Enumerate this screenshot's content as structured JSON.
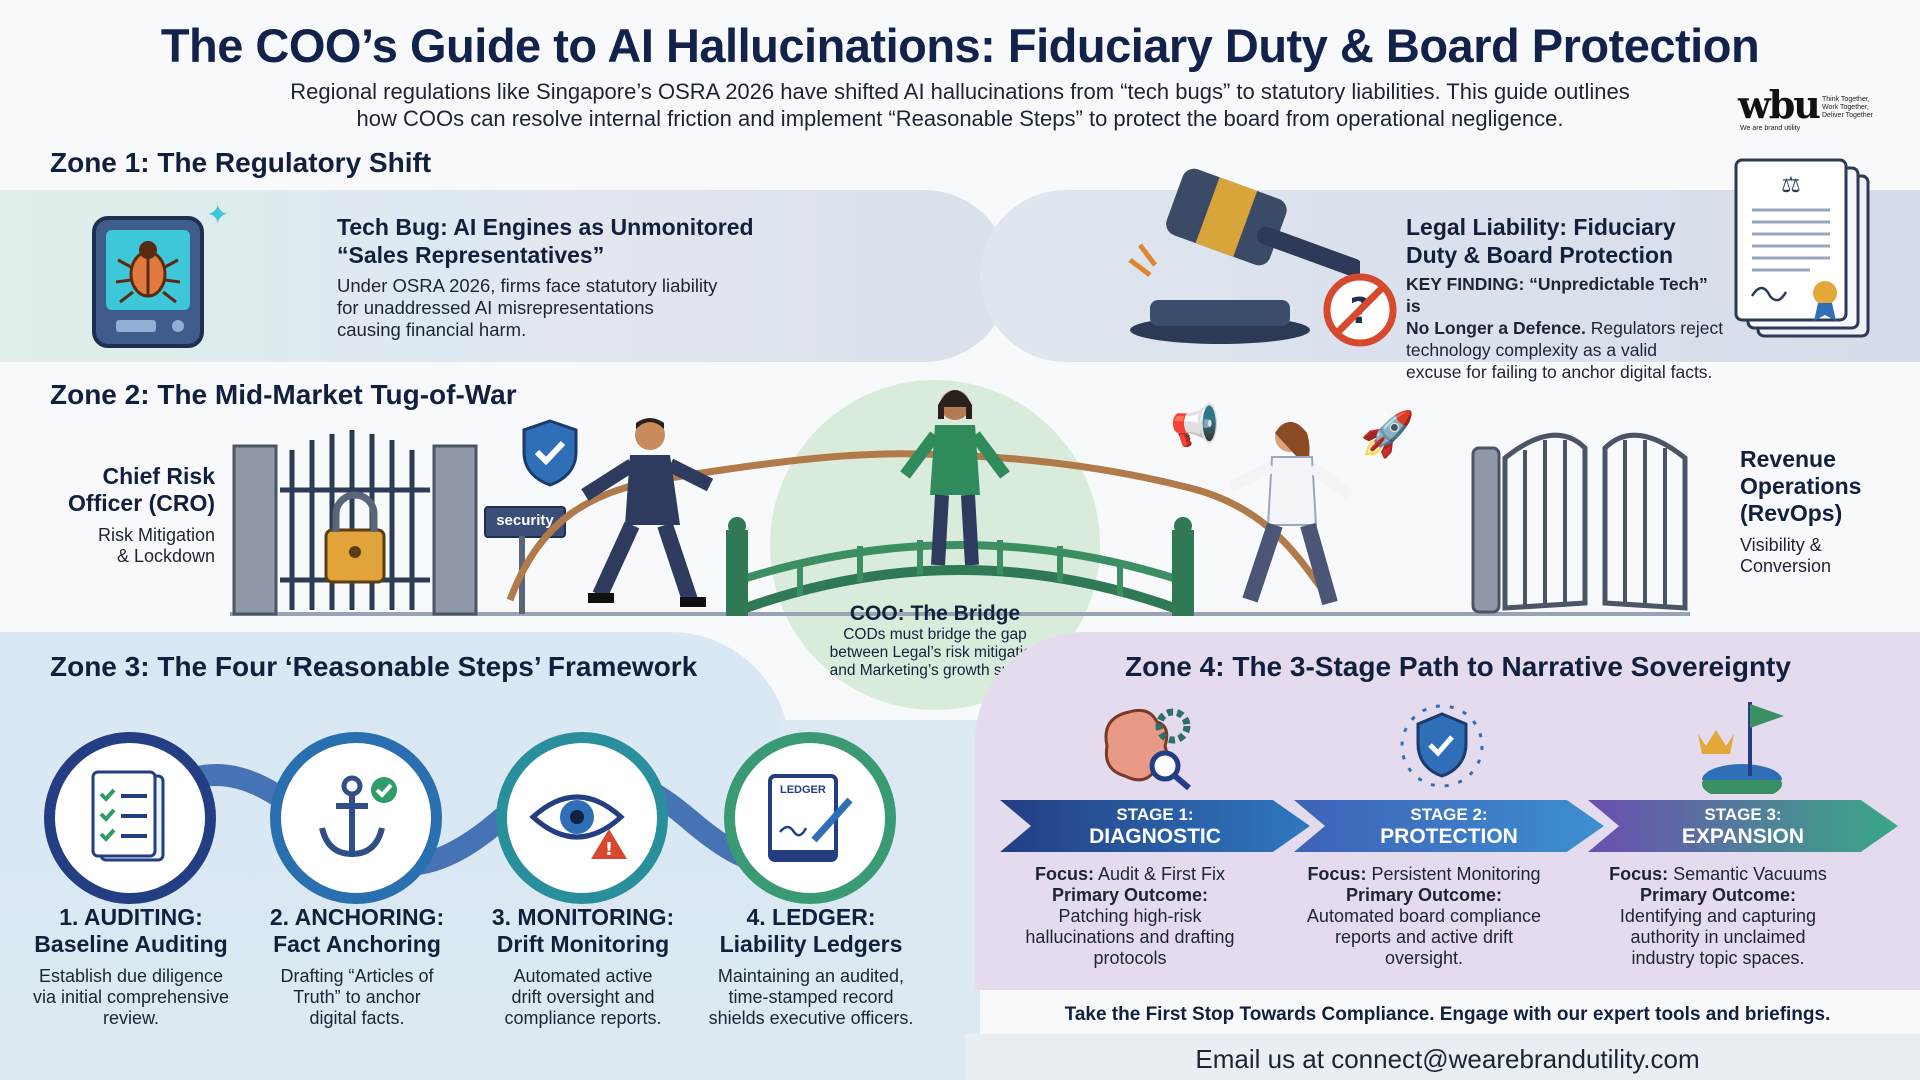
{
  "header": {
    "title": "The COO’s Guide to AI Hallucinations: Fiduciary Duty & Board Protection",
    "subtitle_line1": "Regional regulations like Singapore’s OSRA 2026 have shifted AI hallucinations from “tech bugs” to statutory liabilities. This guide outlines",
    "subtitle_line2": "how COOs can resolve internal friction and implement “Reasonable Steps” to protect the board from operational negligence."
  },
  "logo": {
    "mark": "wbu",
    "tagline": "Think Together,\nWork Together,\nDeliver Together",
    "sub": "We are brand utility"
  },
  "zone1": {
    "title": "Zone 1: The Regulatory Shift",
    "left": {
      "title_line1": "Tech Bug: AI Engines as Unmonitored",
      "title_line2": "“Sales Representatives”",
      "body_line1": "Under OSRA 2026, firms face statutory liability",
      "body_line2": "for unaddressed AI misrepresentations",
      "body_line3": "causing financial harm."
    },
    "right": {
      "title_line1": "Legal Liability: Fiduciary",
      "title_line2": "Duty & Board Protection",
      "finding_bold": "KEY FINDING: “Unpredictable Tech” is",
      "finding_bold2": "No Longer a Defence.",
      "finding_rest": " Regulators reject",
      "body_line3": "technology complexity as a valid",
      "body_line4": "excuse for failing to anchor digital facts."
    }
  },
  "zone2": {
    "title": "Zone 2: The Mid-Market Tug-of-War",
    "cro_line1": "Chief Risk",
    "cro_line2": "Officer (CRO)",
    "cro_sub1": "Risk Mitigation",
    "cro_sub2": "& Lockdown",
    "security_sign": "security",
    "revops_line1": "Revenue",
    "revops_line2": "Operations",
    "revops_line3": "(RevOps)",
    "revops_sub1": "Visibility &",
    "revops_sub2": "Conversion",
    "coo_title": "COO: The Bridge",
    "coo_line1": "CODs must bridge the gap",
    "coo_line2": "between Legal’s risk mitigation",
    "coo_line3": "and Marketing’s growth speed."
  },
  "zone3": {
    "title": "Zone 3: The Four ‘Reasonable Steps’ Framework",
    "steps": [
      {
        "title1": "1. AUDITING:",
        "title2": "Baseline Auditing",
        "b1": "Establish due diligence",
        "b2": "via initial comprehensive",
        "b3": "review.",
        "color": "#233e82"
      },
      {
        "title1": "2. ANCHORING:",
        "title2": "Fact Anchoring",
        "b1": "Drafting “Articles of",
        "b2": "Truth” to anchor",
        "b3": "digital facts.",
        "color": "#2a6fb0"
      },
      {
        "title1": "3. MONITORING:",
        "title2": "Drift Monitoring",
        "b1": "Automated active",
        "b2": "drift oversight and",
        "b3": "compliance reports.",
        "color": "#2a8f9c"
      },
      {
        "title1": "4. LEDGER:",
        "title2": "Liability Ledgers",
        "b1": "Maintaining an audited,",
        "b2": "time-stamped record",
        "b3": "shields executive officers.",
        "color": "#3a9a73"
      }
    ],
    "ledger_label": "LEDGER"
  },
  "zone4": {
    "title": "Zone 4: The 3-Stage Path to Narrative Sovereignty",
    "stages": [
      {
        "label": "STAGE 1:",
        "name": "DIAGNOSTIC",
        "focus": "Audit & First Fix",
        "o1": "Patching high-risk",
        "o2": "hallucinations and drafting",
        "o3": "protocols",
        "color": "#27569a"
      },
      {
        "label": "STAGE 2:",
        "name": "PROTECTION",
        "focus": "Persistent Monitoring",
        "o1": "Automated board compliance",
        "o2": "reports and active drift",
        "o3": "oversight.",
        "color": "#4b6fbe"
      },
      {
        "label": "STAGE 3:",
        "name": "EXPANSION",
        "focus": "Semantic Vacuums",
        "o1": "Identifying and capturing",
        "o2": "authority in unclaimed",
        "o3": "industry topic spaces.",
        "color": "#7a5bb0"
      }
    ],
    "focus_label": "Focus:",
    "outcome_label": "Primary Outcome:"
  },
  "footer": {
    "cta": "Take the First Stop Towards Compliance. Engage with our expert tools and briefings.",
    "email": "Email us at connect@wearebrandutility.com"
  }
}
